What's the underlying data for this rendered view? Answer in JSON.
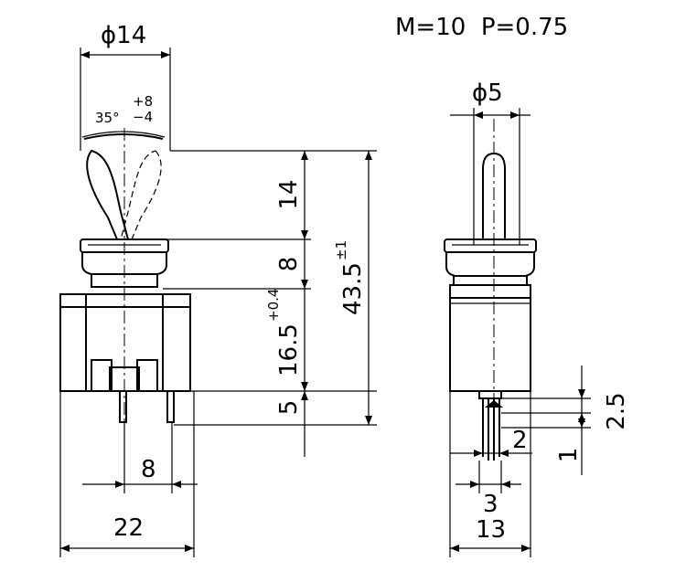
{
  "header": {
    "thread_spec": "M=10  P=0.75"
  },
  "front_view": {
    "width_dim": "22",
    "pin_spacing": "8",
    "lever_diameter": "ϕ14",
    "throw_angle": "35°",
    "throw_tol_upper": "+8",
    "throw_tol_lower": "−4",
    "lever_height": "14",
    "bushing_height": "8",
    "body_height": "16.5",
    "body_height_tol": "+0.4",
    "terminal_length": "5",
    "total_height": "43.5",
    "total_height_tol": "±1"
  },
  "side_view": {
    "lever_diameter": "ϕ5",
    "body_width": "13",
    "terminal_width": "3",
    "terminal_pitch": "2",
    "terminal_thickness": "1",
    "terminal_depth": "2.5"
  }
}
